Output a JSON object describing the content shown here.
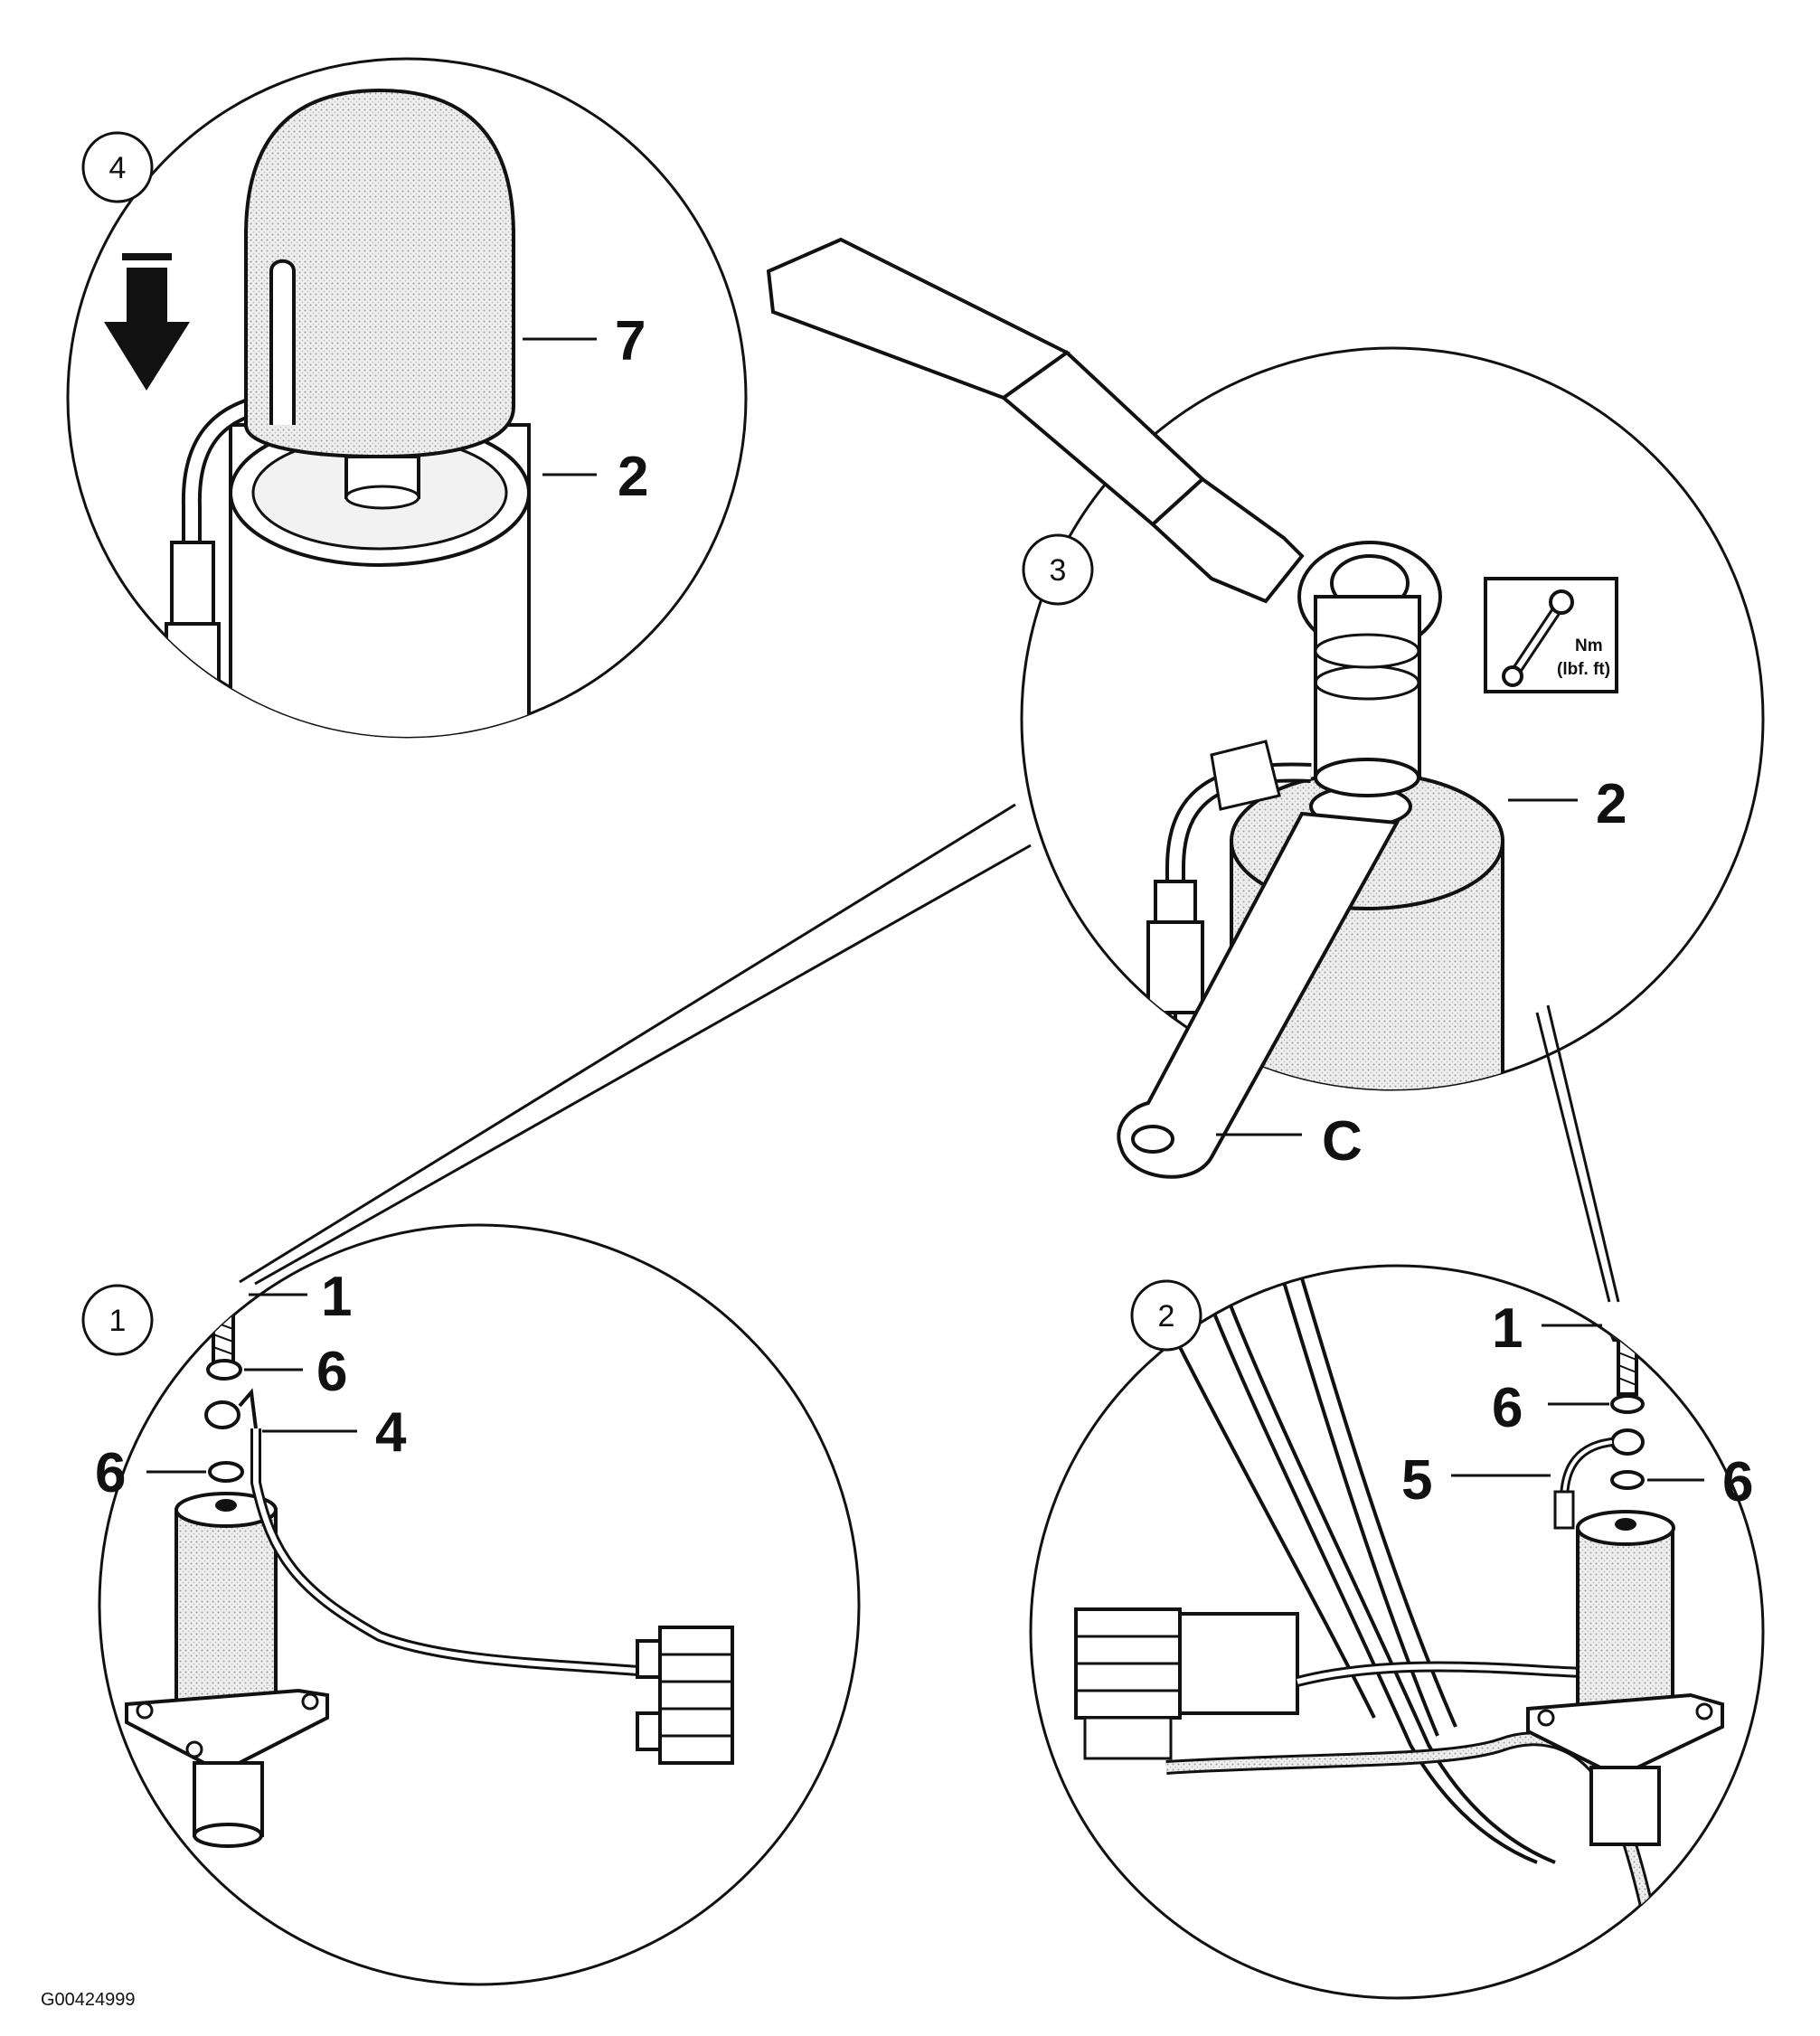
{
  "diagram_id": "G00424999",
  "torque_icon": {
    "icon": "wrench-icon",
    "line1": "Nm",
    "line2": "(lbf. ft)"
  },
  "views": [
    {
      "number": "4",
      "parts": [
        "7",
        "2"
      ],
      "icon": "down-arrow-icon"
    },
    {
      "number": "3",
      "parts": [
        "2",
        "C"
      ]
    },
    {
      "number": "1",
      "parts": [
        "1",
        "6",
        "4",
        "6"
      ]
    },
    {
      "number": "2",
      "parts": [
        "1",
        "6",
        "5",
        "6"
      ]
    }
  ],
  "colors": {
    "ink": "#111111",
    "shade": "#d8d8d8",
    "background": "#ffffff"
  }
}
